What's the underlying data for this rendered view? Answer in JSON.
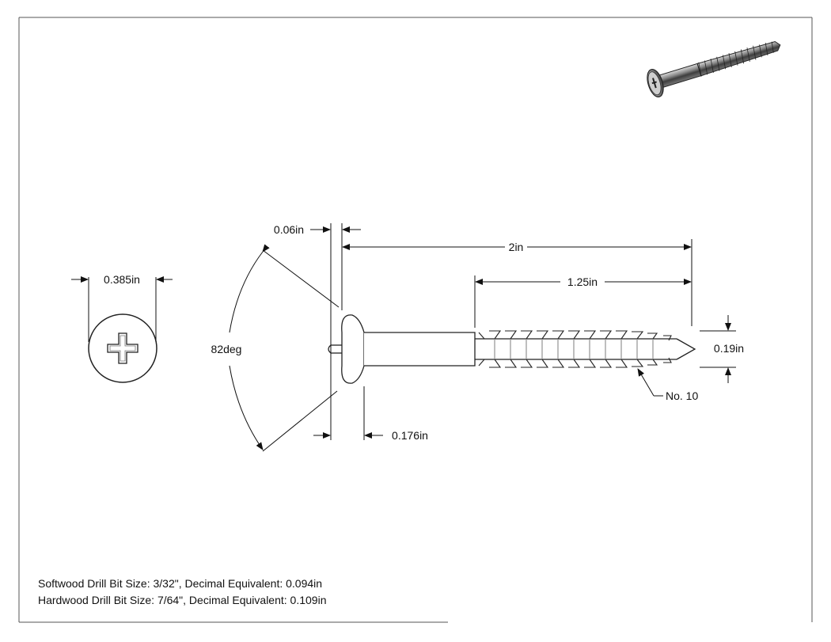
{
  "dimensions": {
    "head_diameter": "0.385in",
    "head_height": "0.06in",
    "total_length": "2in",
    "thread_length": "1.25in",
    "head_angle": "82deg",
    "major_diameter": "0.19in",
    "unthreaded_head": "0.176in",
    "screw_size": "No. 10"
  },
  "notes": {
    "softwood": "Softwood Drill Bit Size: 3/32\", Decimal Equivalent: 0.094in",
    "hardwood": "Hardwood Drill Bit Size: 7/64\", Decimal Equivalent: 0.109in"
  }
}
